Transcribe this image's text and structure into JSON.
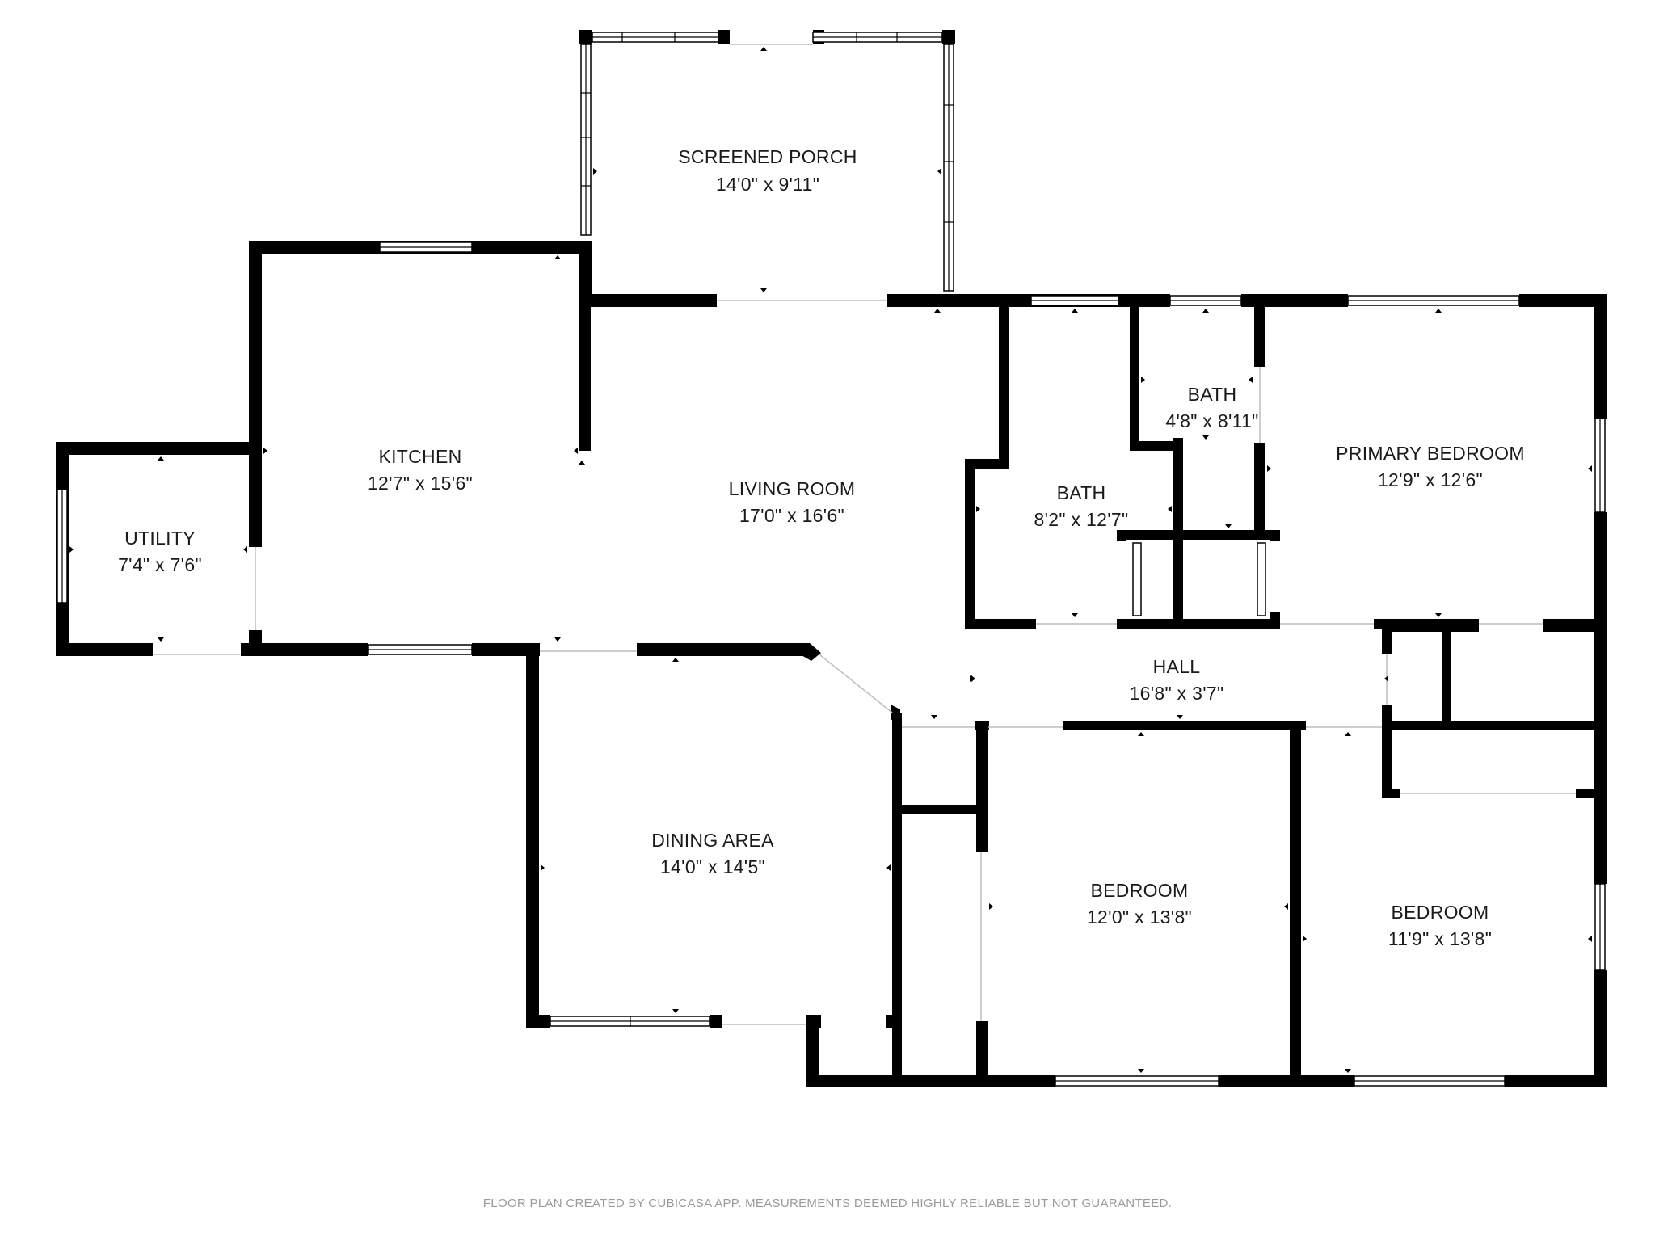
{
  "floor_plan": {
    "rooms": [
      {
        "id": "screened-porch",
        "name": "SCREENED PORCH",
        "dimensions": "14'0\" x 9'11\""
      },
      {
        "id": "kitchen",
        "name": "KITCHEN",
        "dimensions": "12'7\" x 15'6\""
      },
      {
        "id": "living-room",
        "name": "LIVING ROOM",
        "dimensions": "17'0\" x 16'6\""
      },
      {
        "id": "utility",
        "name": "UTILITY",
        "dimensions": "7'4\" x 7'6\""
      },
      {
        "id": "bath-small",
        "name": "BATH",
        "dimensions": "4'8\" x 8'11\""
      },
      {
        "id": "bath-large",
        "name": "BATH",
        "dimensions": "8'2\" x 12'7\""
      },
      {
        "id": "primary-bedroom",
        "name": "PRIMARY BEDROOM",
        "dimensions": "12'9\" x 12'6\""
      },
      {
        "id": "hall",
        "name": "HALL",
        "dimensions": "16'8\" x 3'7\""
      },
      {
        "id": "dining-area",
        "name": "DINING AREA",
        "dimensions": "14'0\" x 14'5\""
      },
      {
        "id": "bedroom-2",
        "name": "BEDROOM",
        "dimensions": "12'0\" x 13'8\""
      },
      {
        "id": "bedroom-3",
        "name": "BEDROOM",
        "dimensions": "11'9\" x 13'8\""
      }
    ],
    "footer": "FLOOR PLAN CREATED BY CUBICASA APP. MEASUREMENTS DEEMED HIGHLY RELIABLE BUT NOT GUARANTEED."
  }
}
